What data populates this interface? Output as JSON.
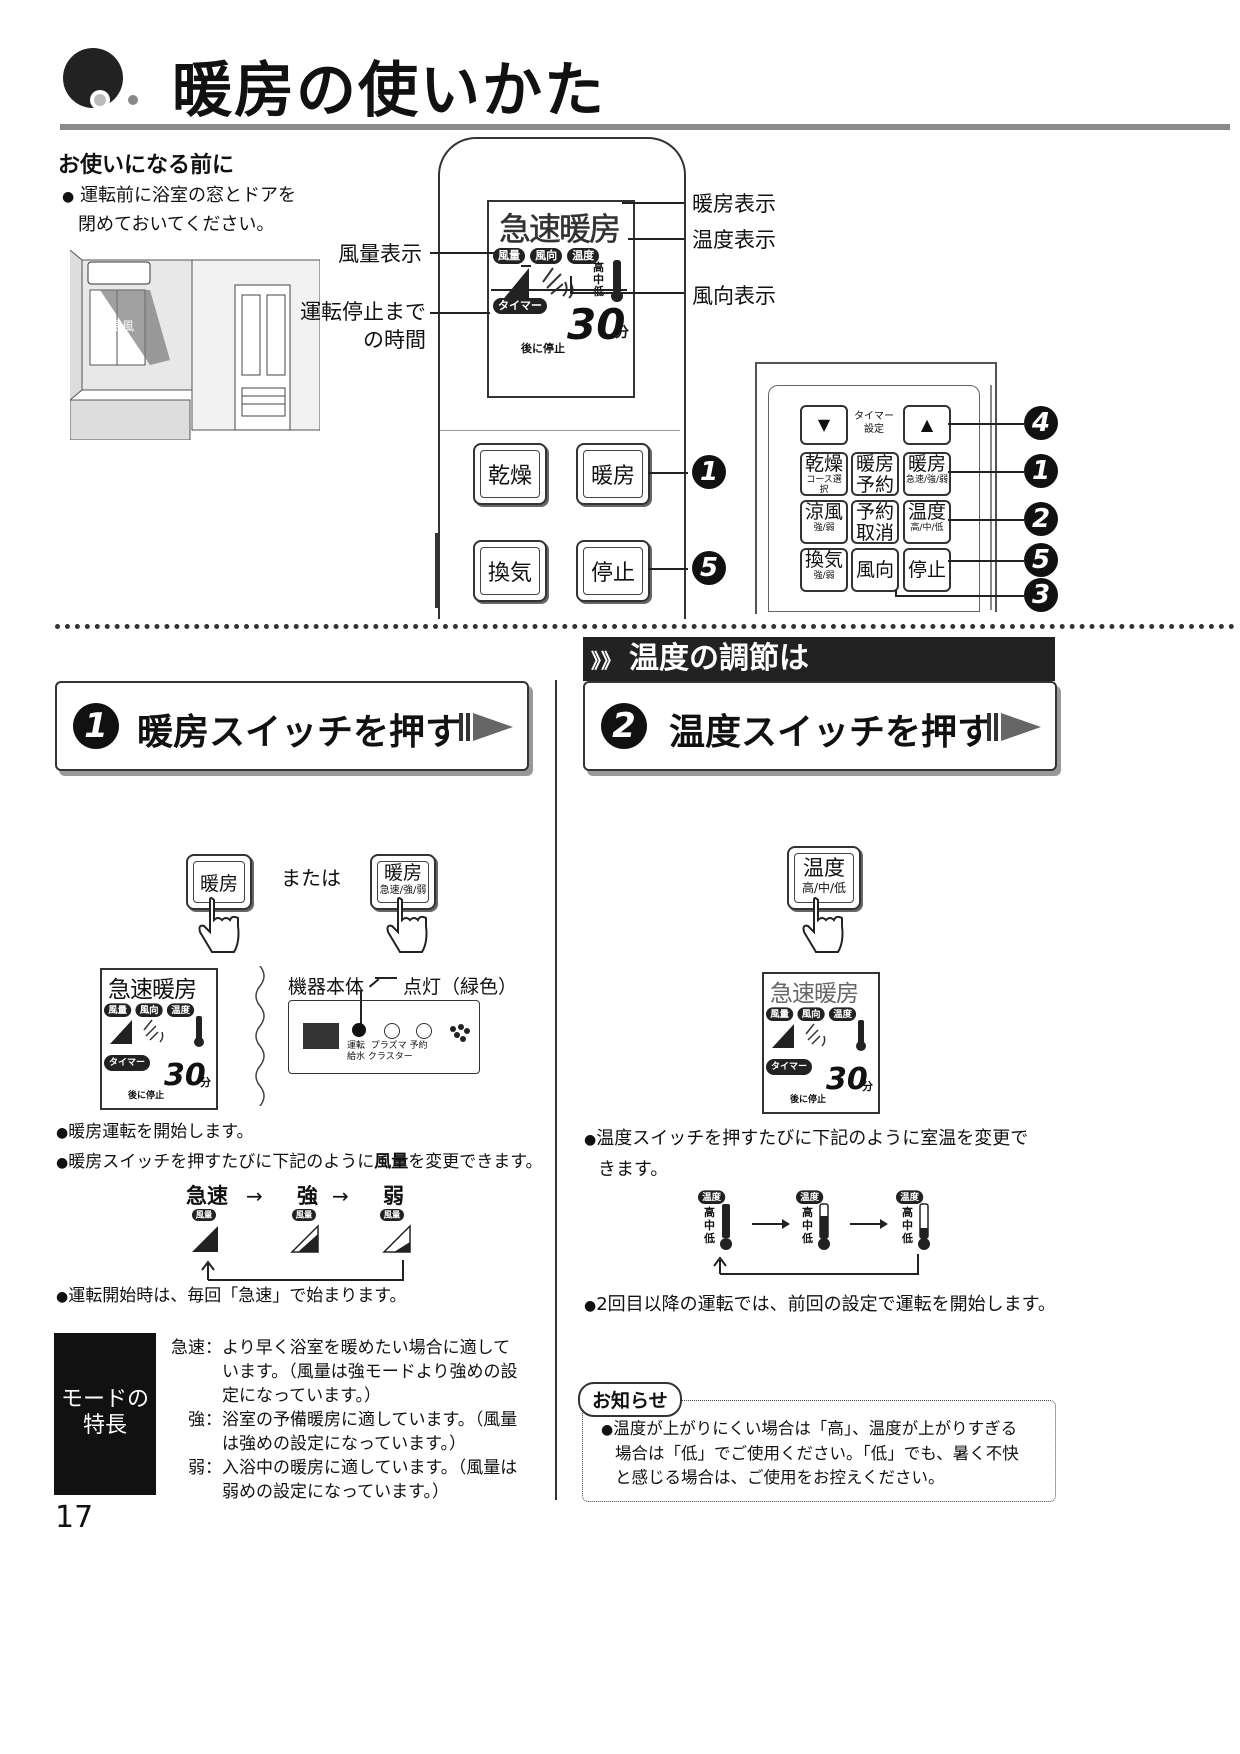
{
  "header": {
    "title": "暖房の使いかた"
  },
  "before_use": {
    "heading": "お使いになる前に",
    "bullet_line1": "運転前に浴室の窓とドアを",
    "bullet_line2": "閉めておいてください。",
    "illustration_label": "温風"
  },
  "remote_top": {
    "lcd_mode": "急速暖房",
    "badge_fan": "風量",
    "badge_dir": "風向",
    "badge_temp": "温度",
    "temp_high": "高",
    "temp_mid": "中",
    "temp_low": "低",
    "timer_badge": "タイマー",
    "timer_value": "30",
    "timer_unit": "分",
    "timer_after": "後に停止",
    "label_heating_display": "暖房表示",
    "label_temp_display": "温度表示",
    "label_fan_display": "風量表示",
    "label_dir_display": "風向表示",
    "label_time_line1": "運転停止まで",
    "label_time_line2": "の時間",
    "btn_dry": "乾燥",
    "btn_heat": "暖房",
    "btn_vent": "換気",
    "btn_stop": "停止",
    "callout_1": "1",
    "callout_5": "5"
  },
  "remote_side": {
    "timer_label_line1": "タイマー",
    "timer_label_line2": "設定",
    "down_arrow": "▼",
    "up_arrow": "▲",
    "b1_main": "乾燥",
    "b1_sub": "コース選択",
    "b2_main_l1": "暖房",
    "b2_main_l2": "予約",
    "b3_main": "暖房",
    "b3_sub": "急速/強/弱",
    "b4_main": "涼風",
    "b4_sub": "強/弱",
    "b5_main_l1": "予約",
    "b5_main_l2": "取消",
    "b6_main": "温度",
    "b6_sub": "高/中/低",
    "b7_main": "換気",
    "b7_sub": "強/弱",
    "b8_main": "風向",
    "b9_main": "停止",
    "callouts": [
      "4",
      "1",
      "2",
      "5",
      "3"
    ]
  },
  "temp_section_header": "温度の調節は",
  "step1": {
    "number": "1",
    "label": "暖房スイッチを押す",
    "btn_a": "暖房",
    "or_text": "または",
    "btn_b_main": "暖房",
    "btn_b_sub": "急速/強/弱",
    "unit_label": "機器本体",
    "lamp_label": "点灯（緑色）",
    "panel_labels": [
      "運転",
      "プラズマ",
      "予約"
    ],
    "panel_labels2": [
      "給水",
      "クラスター"
    ],
    "bullet1": "暖房運転を開始します。",
    "bullet2_pre": "暖房スイッチを押すたびに下記のように",
    "bullet2_bold": "風量",
    "bullet2_post": "を変更できます。",
    "fan_steps": [
      "急速",
      "強",
      "弱"
    ],
    "bullet3": "運転開始時は、毎回「急速」で始まります。",
    "mode_box_line1": "モードの",
    "mode_box_line2": "特長",
    "mode_rows": [
      {
        "key": "急速：",
        "l1": "より早く浴室を暖めたい場合に適して",
        "l2": "います。（風量は強モードより強めの設",
        "l3": "定になっています。）"
      },
      {
        "key": "強：",
        "l1": "浴室の予備暖房に適しています。（風量",
        "l2": "は強めの設定になっています。）",
        "l3": ""
      },
      {
        "key": "弱：",
        "l1": "入浴中の暖房に適しています。（風量は",
        "l2": "弱めの設定になっています。）",
        "l3": ""
      }
    ]
  },
  "step2": {
    "number": "2",
    "label": "温度スイッチを押す",
    "btn_main": "温度",
    "btn_sub": "高/中/低",
    "bullet1_l1": "温度スイッチを押すたびに下記のように室温を変更で",
    "bullet1_l2": "きます。",
    "bullet2": "2回目以降の運転では、前回の設定で運転を開始します。",
    "notice_title": "お知らせ",
    "notice_l1": "温度が上がりにくい場合は「高」、温度が上がりすぎる",
    "notice_l2": "場合は「低」でご使用ください。「低」でも、暑く不快",
    "notice_l3": "と感じる場合は、ご使用をお控えください。"
  },
  "page_number": "17"
}
